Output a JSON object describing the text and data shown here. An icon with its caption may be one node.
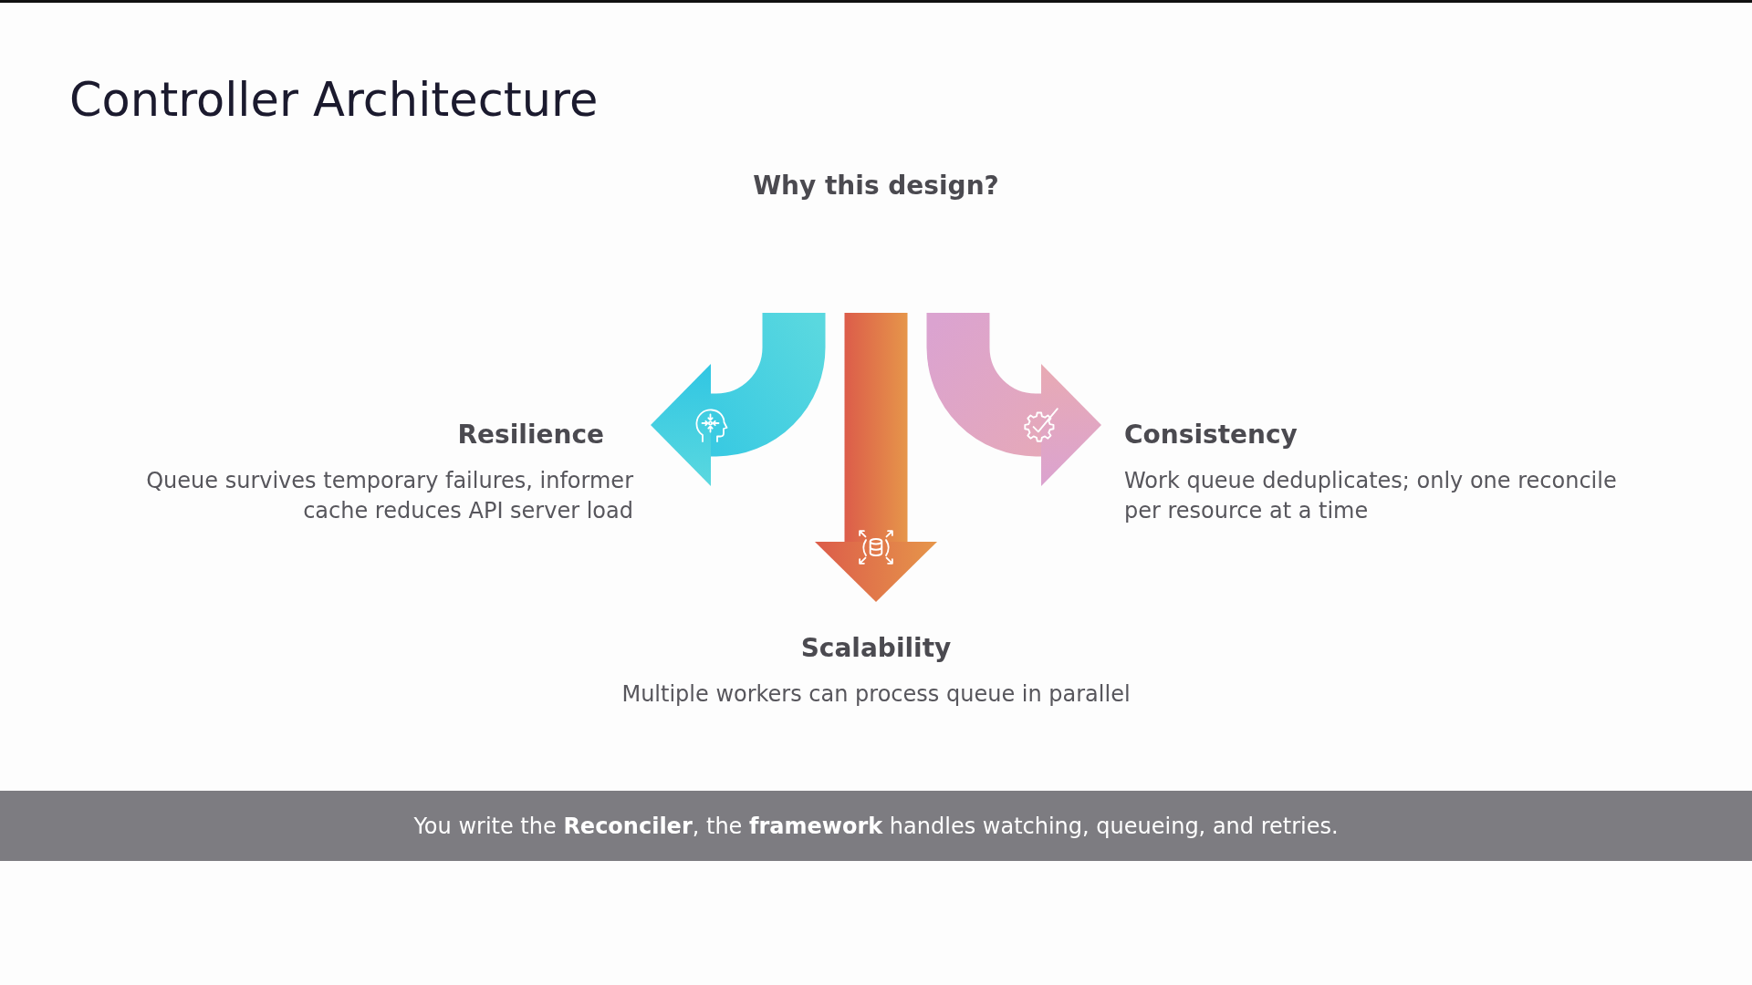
{
  "diagram": {
    "title": "Controller Architecture",
    "nodes": [
      {
        "text": [
          "Resilience",
          "Queue survives temporary failures, informer cache reduces API server load"
        ]
      },
      {
        "text": [
          "Consistency",
          "Work queue deduplicates; only one reconcile per resource at a time"
        ]
      },
      {
        "text": [
          "Scalability",
          "Multiple workers can process queue in parallel"
        ]
      },
      {
        "text": [
          "You write the **Reconciler**, the **framework** handles watching, queueing, and retries."
        ]
      }
    ],
    "edges": [
      {
        "from": null,
        "to": 0,
        "arrow": "to",
        "color": "#30c6e3"
      },
      {
        "from": null,
        "to": 2,
        "arrow": "to",
        "color": "#dc5c4a"
      },
      {
        "from": null,
        "to": 1,
        "arrow": "to",
        "color": "#dba3d0"
      }
    ],
    "labels": [
      "Why this design?"
    ]
  }
}
